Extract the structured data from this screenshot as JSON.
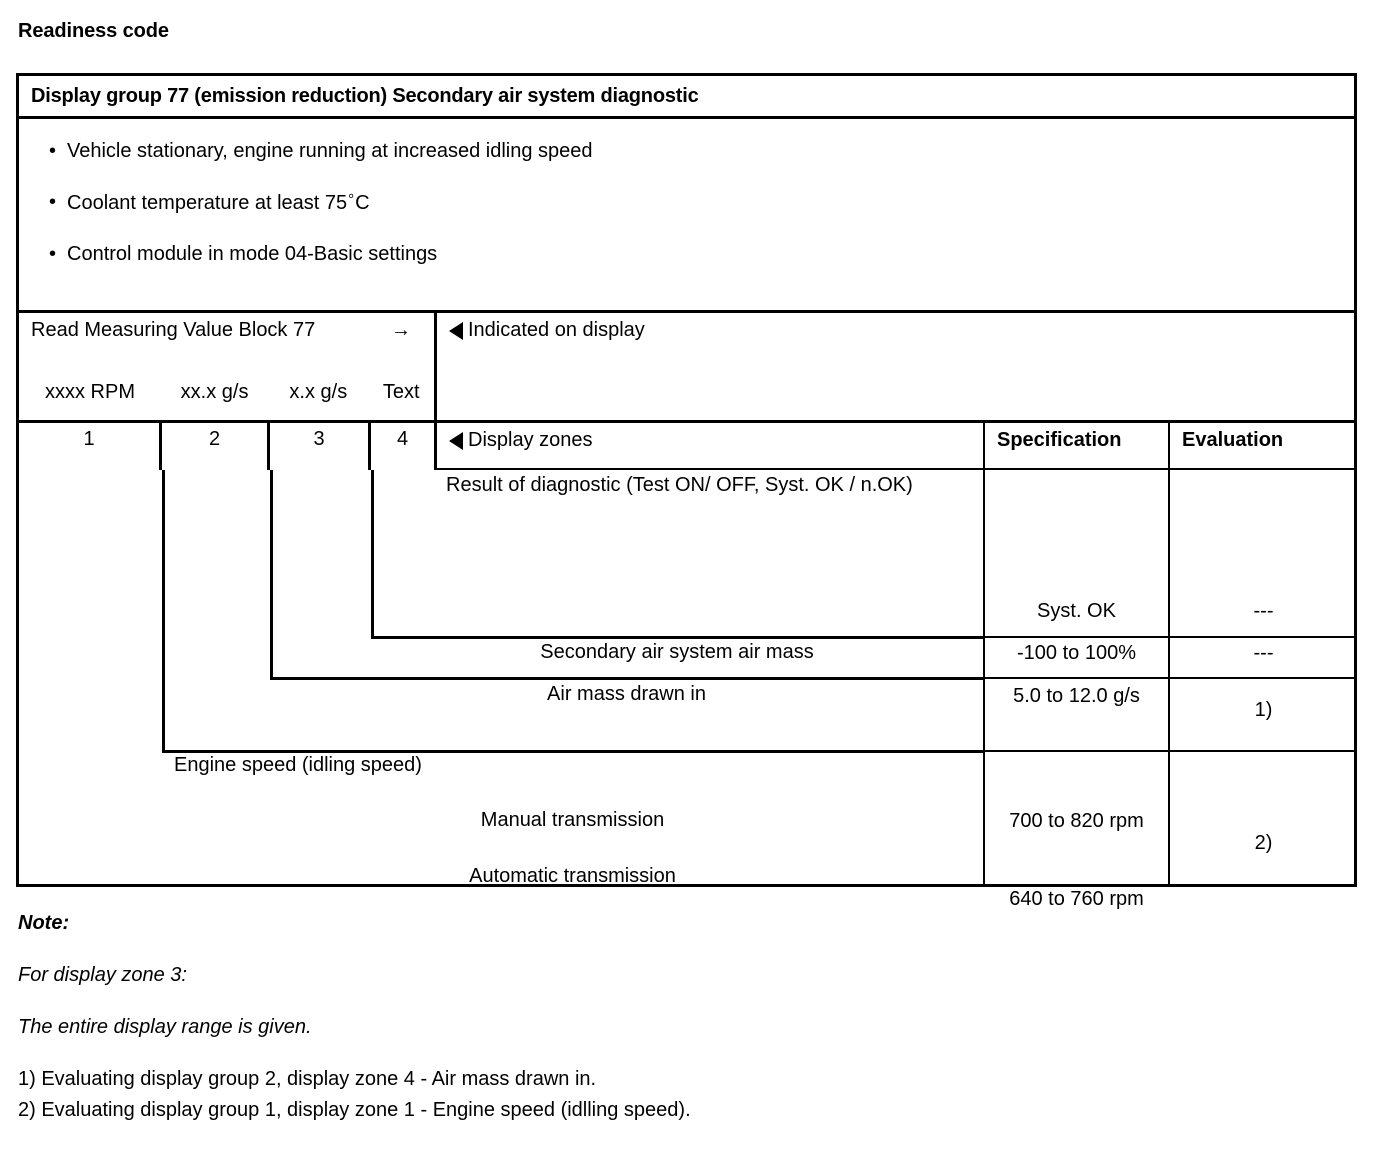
{
  "page": {
    "heading": "Readiness code"
  },
  "table": {
    "title": "Display group 77 (emission reduction) Secondary air system diagnostic",
    "conditions": [
      "Vehicle stationary, engine running at increased idling speed",
      "Coolant temperature at least 75",
      "Control module in mode 04-Basic settings"
    ],
    "condition2_prefix": "Coolant temperature at least 75",
    "condition2_degree": "°",
    "condition2_suffix": "C",
    "measuring_block": {
      "label": "Read Measuring Value Block 77",
      "arrow": "→",
      "units": [
        "xxxx RPM",
        "xx.x g/s",
        "x.x g/s",
        "Text"
      ]
    },
    "indicated_on_display": "Indicated on display",
    "display_zones_label": "Display zones",
    "zone_numbers": [
      "1",
      "2",
      "3",
      "4"
    ],
    "columns": {
      "specification": "Specification",
      "evaluation": "Evaluation"
    },
    "rows": [
      {
        "zone": "4",
        "label": "Result of diagnostic (Test ON/ OFF, Syst. OK / n.OK)",
        "specification": "Syst. OK",
        "evaluation": "---"
      },
      {
        "zone": "3",
        "label": "Secondary air system air mass",
        "specification": "-100 to 100%",
        "evaluation": "---"
      },
      {
        "zone": "2",
        "label": "Air mass drawn in",
        "specification": "5.0 to 12.0 g/s",
        "evaluation": "1)"
      },
      {
        "zone": "1",
        "label": "Engine speed (idling speed)",
        "sublabels": [
          "Manual transmission",
          "Automatic transmission"
        ],
        "specification_manual": "700 to 820 rpm",
        "specification_automatic": "640 to 760 rpm",
        "evaluation": "2)"
      }
    ]
  },
  "notes": {
    "title": "Note:",
    "line1": "For display zone 3:",
    "line2": "The entire display range is given.",
    "footnote1": "1) Evaluating display group 2, display zone 4 - Air mass drawn in.",
    "footnote2": "2) Evaluating display group 1, display zone 1 - Engine speed (idlling speed)."
  }
}
